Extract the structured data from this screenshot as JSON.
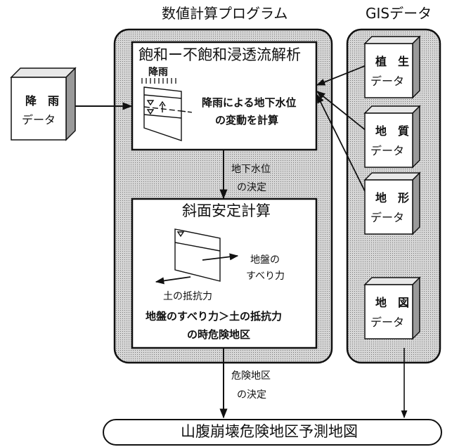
{
  "headers": {
    "program": "数値計算プログラム",
    "gis": "GISデータ"
  },
  "rain_data": {
    "line1": "降　雨",
    "line2": "データ"
  },
  "analysis": {
    "title": "飽和ー不飽和浸透流解析",
    "rain_label": "降雨",
    "text1": "降雨による地下水位",
    "text2": "の変動を計算"
  },
  "groundwater_decision": {
    "line1": "地下水位",
    "line2": "の決定"
  },
  "stability": {
    "title": "斜面安定計算",
    "slip_line1": "地盤の",
    "slip_line2": "すべり力",
    "resist": "土の抵抗力",
    "text1": "地盤のすべり力＞土の抵抗力",
    "text2": "の時危険地区"
  },
  "danger_decision": {
    "line1": "危険地区",
    "line2": "の決定"
  },
  "gis_items": [
    {
      "line1": "植　生",
      "line2": "データ"
    },
    {
      "line1": "地　質",
      "line2": "データ"
    },
    {
      "line1": "地　形",
      "line2": "データ"
    },
    {
      "line1": "地　図",
      "line2": "データ"
    }
  ],
  "output": {
    "label": "山腹崩壊危険地区予測地図"
  },
  "colors": {
    "panel_fill": "#c9c9c9",
    "line": "#111111",
    "cube_side": "#9a9a9a",
    "cube_top": "#e8e8e8"
  }
}
